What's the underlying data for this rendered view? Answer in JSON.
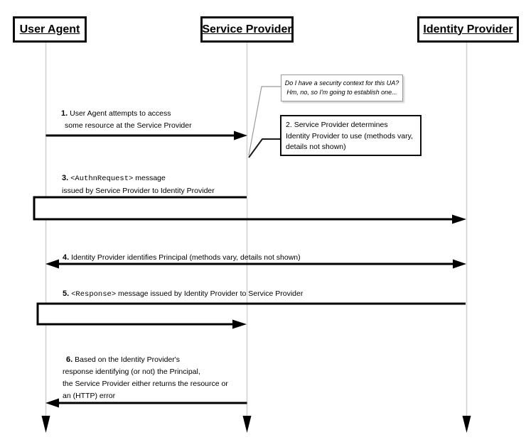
{
  "diagram": {
    "actors": [
      {
        "label": "User Agent"
      },
      {
        "label": "Service Provider"
      },
      {
        "label": "Identity Provider"
      }
    ],
    "thought": {
      "line1": "Do I have a security context for this UA?",
      "line2": "Hm, no, so I'm going to establish one..."
    },
    "steps": {
      "s1": {
        "num": "1.",
        "line1": "User Agent attempts to access",
        "line2": "some resource at the Service Provider"
      },
      "s2": {
        "num": "2.",
        "line1": "Service Provider determines",
        "line2": "Identity Provider to use (methods vary,",
        "line3": "details not shown)"
      },
      "s3": {
        "num": "3.",
        "code": "<AuthnRequest>",
        "rest": " message",
        "line2": "issued by Service Provider to Identity Provider"
      },
      "s4": {
        "num": "4.",
        "text": "Identity Provider identifies Principal (methods vary, details not shown)"
      },
      "s5": {
        "num": "5.",
        "code": "<Response>",
        "rest": " message issued by Identity Provider to Service Provider"
      },
      "s6": {
        "num": "6.",
        "line1": "Based on the Identity Provider's",
        "line2": "response identifying (or not) the Principal,",
        "line3": "the Service Provider either returns the resource or",
        "line4": "an (HTTP) error"
      }
    },
    "colors": {
      "ink": "#000000",
      "lifeline": "#cfcfcf",
      "note_border": "#9b9b9b",
      "background": "#ffffff"
    }
  }
}
